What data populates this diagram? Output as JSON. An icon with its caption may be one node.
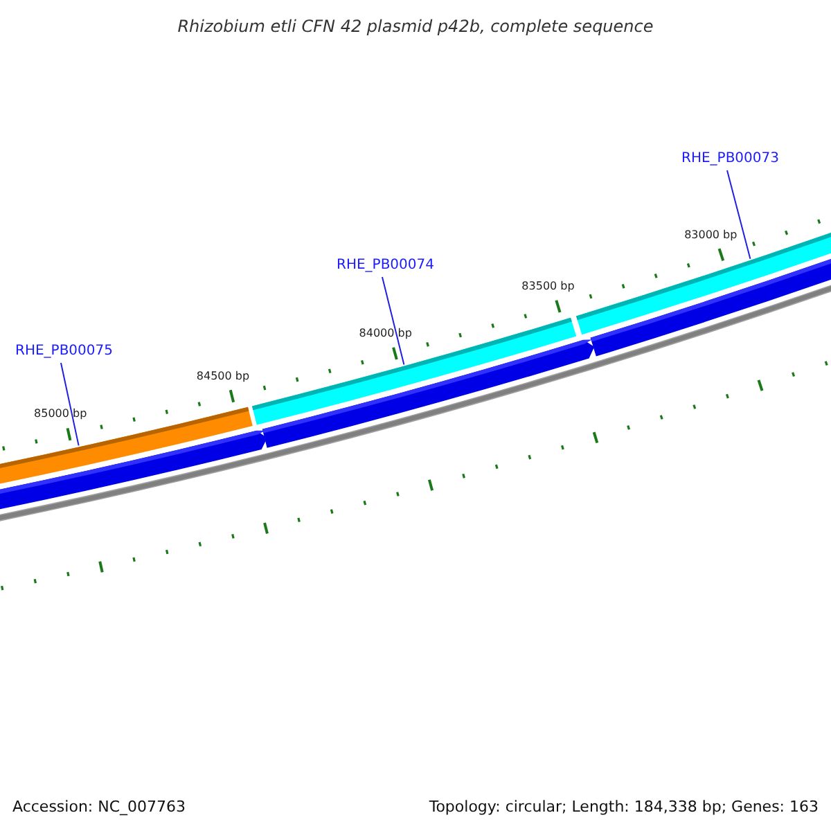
{
  "diagram": {
    "title": "Rhizobium etli CFN 42 plasmid p42b, complete sequence",
    "nodes": [
      {
        "text": [
          "RHE_PB00075"
        ]
      },
      {
        "text": [],
        "shape": "bar"
      },
      {
        "text": [
          "RHE_PB00074"
        ]
      },
      {
        "text": [],
        "shape": "bar"
      },
      {
        "text": [
          "RHE_PB00073"
        ]
      },
      {
        "text": [],
        "shape": "bar"
      },
      {
        "text": [],
        "shape": "arrow"
      },
      {
        "text": [],
        "shape": "arrow"
      },
      {
        "text": [],
        "shape": "bar"
      }
    ],
    "edges": [
      {
        "from": 0,
        "to": 1,
        "arrow": "none"
      },
      {
        "from": 2,
        "to": 3,
        "arrow": "none"
      },
      {
        "from": 4,
        "to": 5,
        "arrow": "none"
      }
    ],
    "labels": [
      "85000 bp",
      "84500 bp",
      "84000 bp",
      "83500 bp",
      "83000 bp",
      "Accession: NC_007763",
      "Topology: circular; Length: 184,338 bp; Genes: 163"
    ]
  }
}
